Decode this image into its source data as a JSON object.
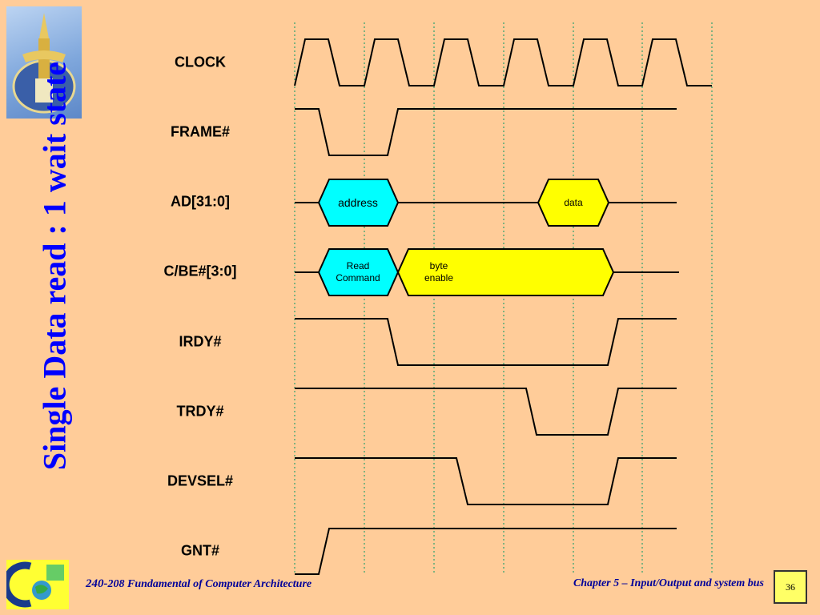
{
  "title": "Single Data read : 1 wait state",
  "signals": [
    {
      "id": "clock",
      "label": "CLOCK"
    },
    {
      "id": "frame",
      "label": "FRAME#"
    },
    {
      "id": "ad",
      "label": "AD[31:0]"
    },
    {
      "id": "cbe",
      "label": "C/BE#[3:0]"
    },
    {
      "id": "irdy",
      "label": "IRDY#"
    },
    {
      "id": "trdy",
      "label": "TRDY#"
    },
    {
      "id": "devsel",
      "label": "DEVSEL#"
    },
    {
      "id": "gnt",
      "label": "GNT#"
    }
  ],
  "bus_labels": {
    "address": "address",
    "data": "data",
    "read_command": [
      "Read",
      "Command"
    ],
    "byte_enable": [
      "byte",
      "enable"
    ]
  },
  "colors": {
    "background": "#FFCC99",
    "title": "#0000FF",
    "cyan": "#00FFFF",
    "yellow": "#FFFF00",
    "gridline": "#009966",
    "footer_text": "#000099"
  },
  "footer": {
    "course_number": "240-",
    "course_title": "208 Fundamental of Computer Architecture",
    "chapter": "Chapter 5 – Input/Output and system bus",
    "page_number": "36"
  },
  "icons": {
    "top_logo": "university-emblem-icon",
    "bottom_logo": "department-logo-icon",
    "page_badge": "chip-icon"
  }
}
